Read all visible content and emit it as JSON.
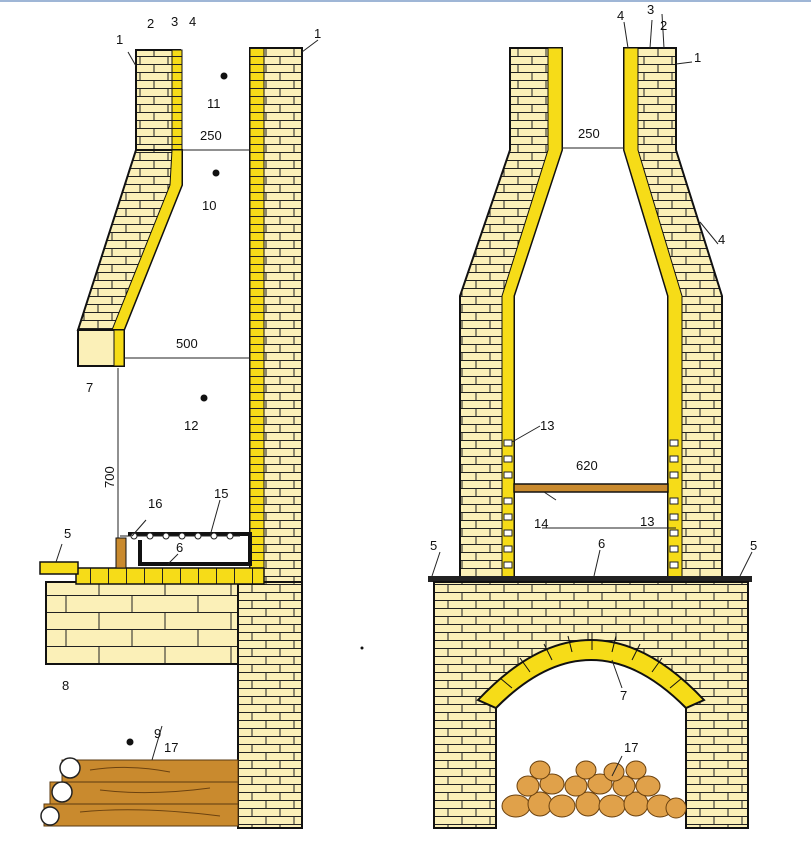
{
  "labels": {
    "side": {
      "l1a": "1",
      "l2": "2",
      "l3": "3",
      "l4": "4",
      "l1b": "1",
      "l11": "11",
      "l10": "10",
      "l7": "7",
      "l12": "12",
      "l5": "5",
      "l16": "16",
      "l15": "15",
      "l6": "6",
      "l8": "8",
      "l9": "9",
      "l17": "17"
    },
    "front": {
      "l4a": "4",
      "l3": "3",
      "l2": "2",
      "l1": "1",
      "l4b": "4",
      "l13a": "13",
      "l14": "14",
      "l13b": "13",
      "l5a": "5",
      "l6": "6",
      "l5b": "5",
      "l7": "7",
      "l17": "17"
    }
  },
  "dimensions": {
    "side_flue_width": "250",
    "side_hood_width": "500",
    "side_hearth_height": "700",
    "front_flue_width": "250",
    "front_grill_width": "620"
  },
  "colors": {
    "brick": "#fbf0b8",
    "firebrick": "#f6dc18",
    "outline": "#111111",
    "wood": "#c98a2e",
    "stone": "#e0a14a"
  }
}
